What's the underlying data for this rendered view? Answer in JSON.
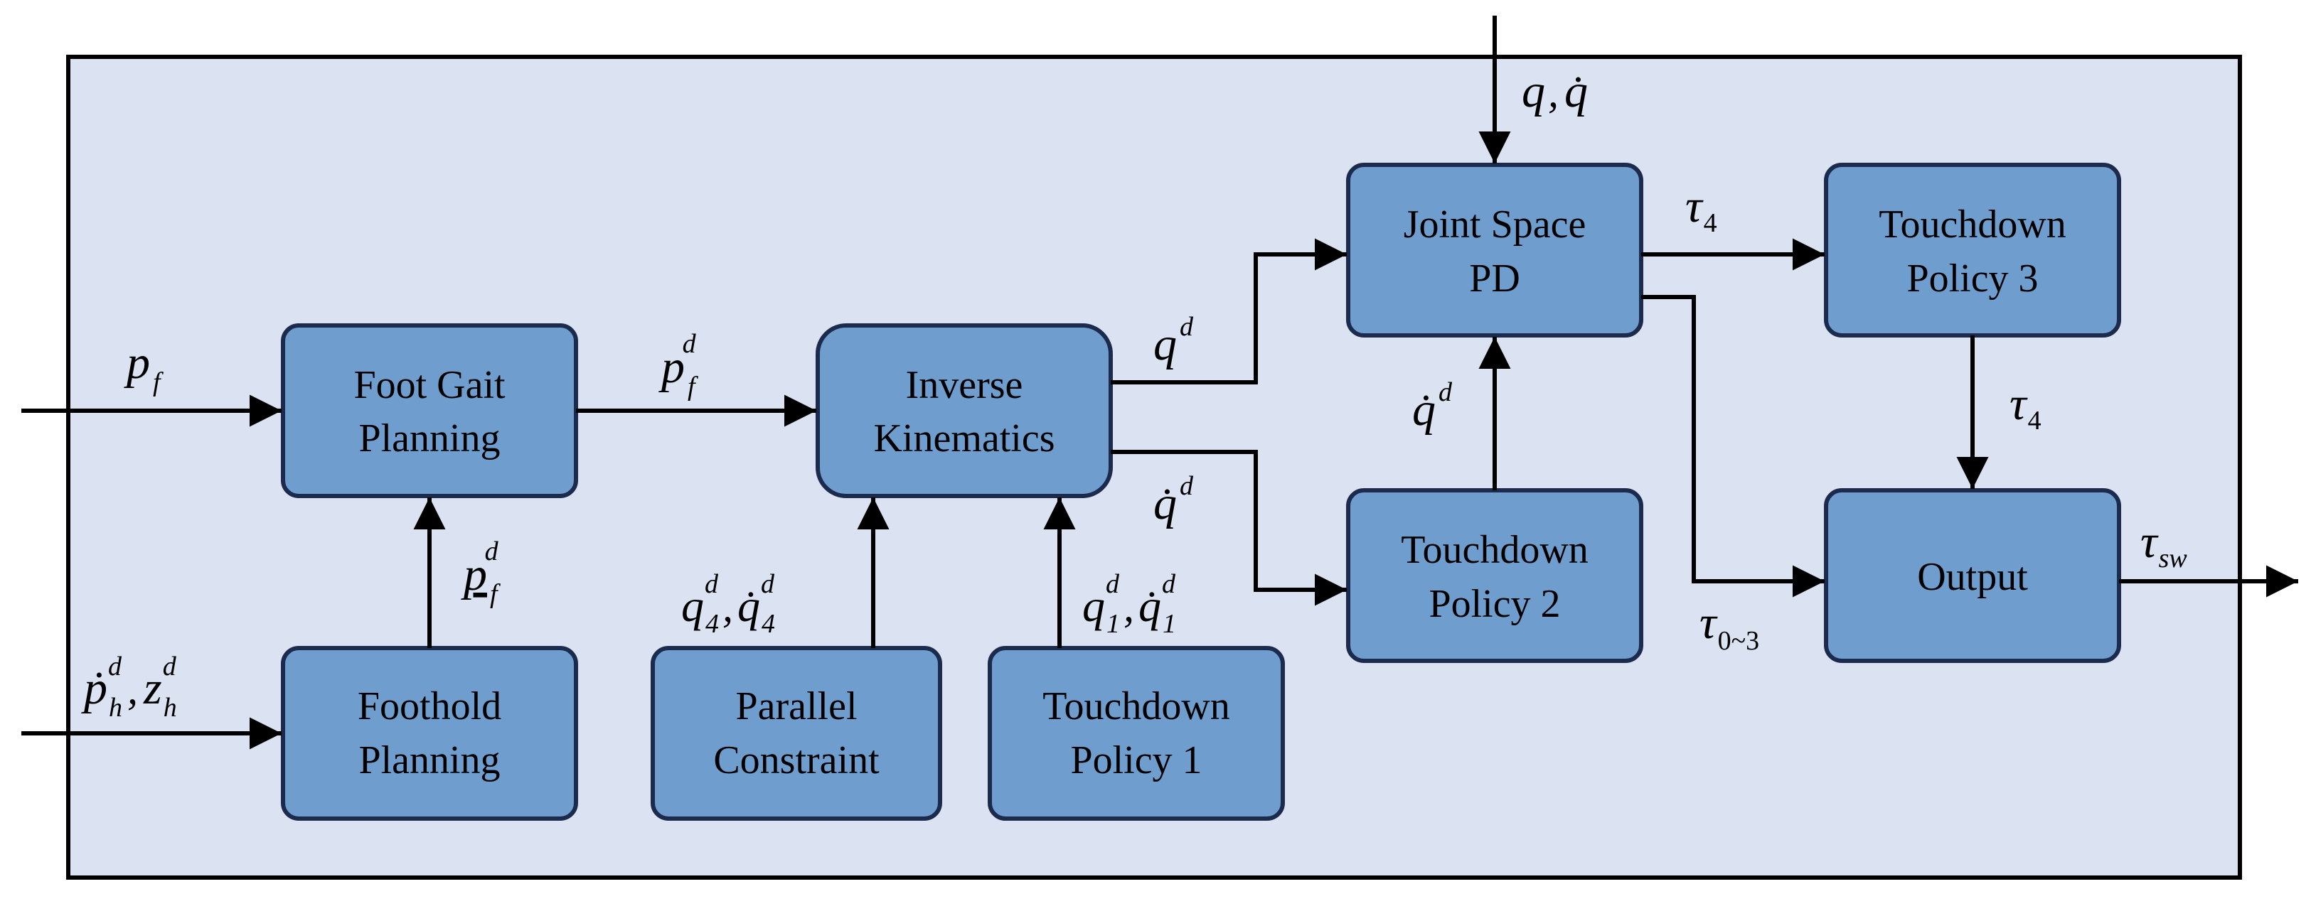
{
  "blocks": {
    "foot_gait": [
      "Foot Gait",
      "Planning"
    ],
    "foothold": [
      "Foothold",
      "Planning"
    ],
    "inverse_kin": [
      "Inverse",
      "Kinematics"
    ],
    "parallel": [
      "Parallel",
      "Constraint"
    ],
    "touchdown1": [
      "Touchdown",
      "Policy 1"
    ],
    "joint_pd": [
      "Joint Space",
      "PD"
    ],
    "touchdown2": [
      "Touchdown",
      "Policy 2"
    ],
    "touchdown3": [
      "Touchdown",
      "Policy 3"
    ],
    "output": [
      "Output"
    ]
  },
  "signals": {
    "p": "p",
    "f": "f",
    "d": "d",
    "h": "h",
    "z": "z",
    "q": "q",
    "q_dot": "q̇",
    "tau": "τ",
    "sub_4": "4",
    "sub_1": "1",
    "sub_0_3": "0~3",
    "sub_sw": "sw",
    "comma": ","
  }
}
